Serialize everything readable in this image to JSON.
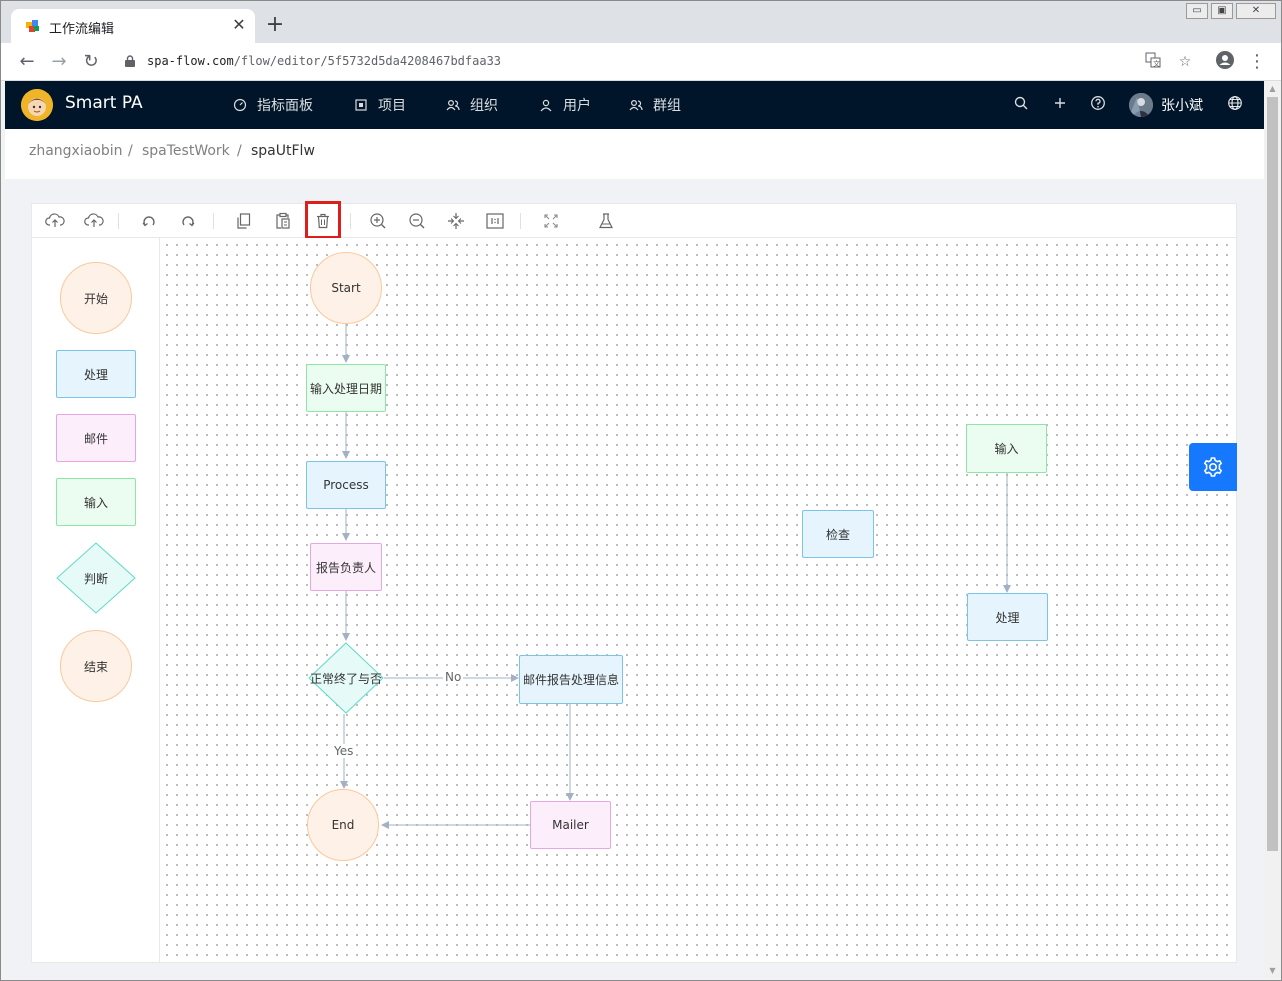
{
  "browser": {
    "tab_title": "工作流编辑",
    "tab_close": "✕",
    "new_tab": "+",
    "url_host": "spa-flow.com",
    "url_path": "/flow/editor/5f5732d5da4208467bdfaa33"
  },
  "app": {
    "brand": "Smart PA",
    "menu": [
      "指标面板",
      "项目",
      "组织",
      "用户",
      "群组"
    ],
    "username": "张小斌"
  },
  "breadcrumb": {
    "items": [
      "zhangxiaobin",
      "spaTestWork",
      "spaUtFlw"
    ],
    "separator": "/"
  },
  "palette": {
    "items": [
      "开始",
      "处理",
      "邮件",
      "输入",
      "判断",
      "结束"
    ]
  },
  "flow": {
    "nodes": {
      "start": "Start",
      "input_date": "输入处理日期",
      "process": "Process",
      "report": "报告负责人",
      "decision": "正常终了与否",
      "mail_info": "邮件报告处理信息",
      "end": "End",
      "mailer": "Mailer",
      "check": "检查",
      "input2": "输入",
      "process2": "处理"
    },
    "edge_labels": {
      "no": "No",
      "yes": "Yes"
    }
  },
  "colors": {
    "header_bg": "#001529",
    "accent": "#1677ff",
    "highlight": "#e01d1d"
  }
}
